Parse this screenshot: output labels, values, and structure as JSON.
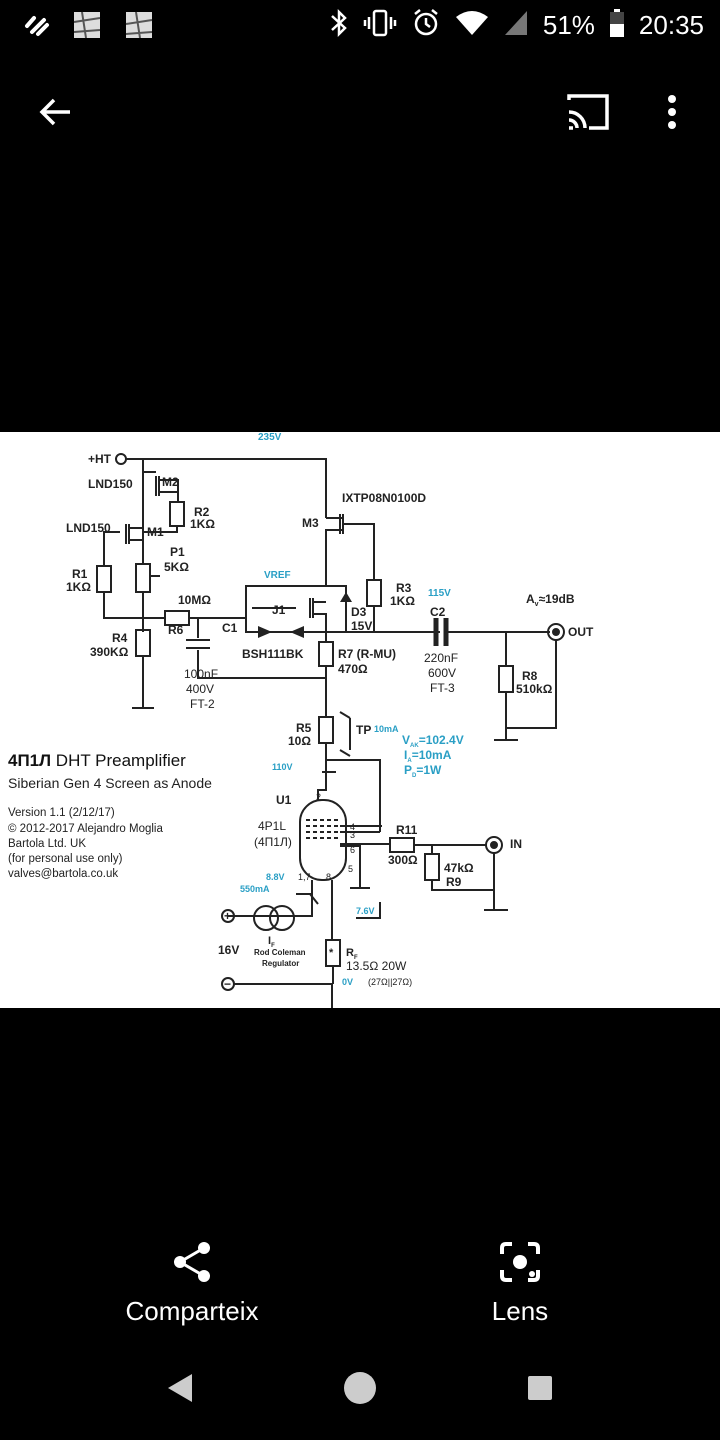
{
  "status_bar": {
    "battery_percent": "51%",
    "time": "20:35",
    "icons": [
      "app-notification-icon",
      "image-icon",
      "image-icon",
      "bluetooth-icon",
      "vibrate-icon",
      "alarm-icon",
      "wifi-icon",
      "signal-icon",
      "battery-icon"
    ]
  },
  "app_bar": {
    "icons": [
      "back-arrow-icon",
      "cast-icon",
      "more-vert-icon"
    ]
  },
  "schematic": {
    "title_bold": "4П1Л",
    "title_rest": "DHT Preamplifier",
    "subtitle": "Siberian Gen 4 Screen as Anode",
    "version": "Version 1.1 (2/12/17)",
    "copyright": "© 2012-2017 Alejandro Moglia",
    "company": "Bartola Ltd. UK",
    "usage": "(for personal use only)",
    "email": "valves@bartola.co.uk",
    "labels": {
      "ht": "+HT",
      "v235": "235V",
      "lnd1": "LND150",
      "lnd2": "LND150",
      "m1": "M1",
      "m2": "M2",
      "m3": "M3",
      "ixtp": "IXTP08N0100D",
      "r1": "R1",
      "r1v": "1KΩ",
      "r2": "R2",
      "r2v": "1KΩ",
      "p1": "P1",
      "p1v": "5KΩ",
      "r3": "R3",
      "r3v": "1KΩ",
      "r4": "R4",
      "r4v": "390KΩ",
      "r6": "R6",
      "r6v": "10MΩ",
      "c1": "C1",
      "vref": "VREF",
      "j1": "J1",
      "bsh": "BSH111BK",
      "d3": "D3",
      "d3v": "15V",
      "v115": "115V",
      "c2": "C2",
      "c2v1": "220nF",
      "c2v2": "600V",
      "c2v3": "FT-3",
      "av": "A",
      "av_sub": "v",
      "av_val": "≈19dB",
      "out": "OUT",
      "r7": "R7 (R-MU)",
      "r7v": "470Ω",
      "r8": "R8",
      "r8v": "510kΩ",
      "c1v1": "100nF",
      "c1v2": "400V",
      "c1v3": "FT-2",
      "r5": "R5",
      "r5v": "10Ω",
      "tp": "TP",
      "tp_ma": "10mA",
      "vak": "V",
      "vak_sub": "AK",
      "vak_val": "=102.4V",
      "ia": "I",
      "ia_sub": "A",
      "ia_val": "=10mA",
      "pd": "P",
      "pd_sub": "D",
      "pd_val": "=1W",
      "v110": "110V",
      "u1": "U1",
      "tube1": "4P1L",
      "tube2": "(4П1Л)",
      "pin2": "2",
      "pin4": "4",
      "pin3": "3",
      "pin6": "6",
      "pin5": "5",
      "pin8": "8",
      "pin17": "1,7",
      "r11": "R11",
      "r11v": "300Ω",
      "in": "IN",
      "r9v": "47kΩ",
      "r9": "R9",
      "v88": "8.8V",
      "ma550": "550mA",
      "if": "I",
      "if_sub": "F",
      "plus": "+",
      "minus": "−",
      "v16": "16V",
      "rod1": "Rod Coleman",
      "rod2": "Regulator",
      "v76": "7.6V",
      "rf": "R",
      "rf_sub": "F",
      "rfv": "13.5Ω 20W",
      "rfv2": "(27Ω||27Ω)",
      "ov": "0V",
      "star": "*"
    }
  },
  "actions": {
    "share_label": "Comparteix",
    "lens_label": "Lens"
  },
  "nav": {
    "icons": [
      "back-triangle-icon",
      "home-circle-icon",
      "recents-square-icon"
    ]
  }
}
